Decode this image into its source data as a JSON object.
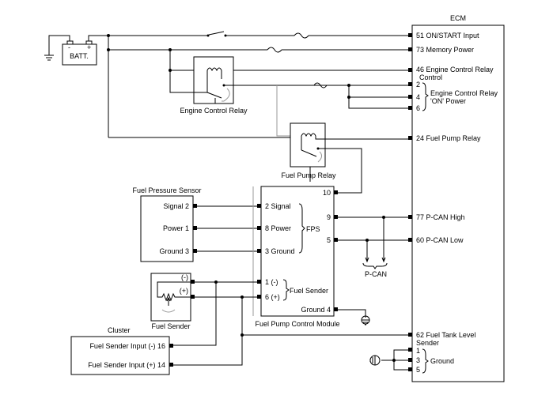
{
  "ecm": {
    "title": "ECM",
    "terminals": {
      "t51": "51 ON/START Input",
      "t73": "73 Memory Power",
      "t46a": "46 Engine Control Relay",
      "t46b": "Control",
      "t2": "2",
      "t4": "4",
      "t6": "6",
      "on_power_a": "Engine Control Relay",
      "on_power_b": "'ON' Power",
      "t24": "24 Fuel Pump Relay",
      "t77": "77 P-CAN High",
      "t60": "60 P-CAN Low",
      "t62a": "62 Fuel Tank Level",
      "t62b": "Sender",
      "t1": "1",
      "t3": "3",
      "t5": "5",
      "ground": "Ground"
    }
  },
  "battery": {
    "label": "BATT.",
    "neg": "-",
    "pos": "+"
  },
  "engine_relay": {
    "label": "Engine Control Relay"
  },
  "fuel_pump_relay": {
    "label": "Fuel Pump Relay"
  },
  "fuel_pressure_sensor": {
    "title": "Fuel Pressure Sensor",
    "pins": {
      "signal": "Signal 2",
      "power": "Power 1",
      "ground": "Ground 3"
    }
  },
  "fpcm": {
    "label": "Fuel Pump Control Module",
    "pins": {
      "signal": "2 Signal",
      "power": "8 Power",
      "ground3": "3 Ground",
      "fps": "FPS",
      "sender_neg": "1 (-)",
      "sender_pos": "6 (+)",
      "fuel_sender": "Fuel Sender",
      "ground4": "Ground 4",
      "p10": "10",
      "p9": "9",
      "p5": "5"
    }
  },
  "fuel_sender": {
    "label": "Fuel Sender",
    "neg": "(-)",
    "pos": "(+)"
  },
  "cluster": {
    "title": "Cluster",
    "pins": {
      "neg": "Fuel Sender Input (-) 16",
      "pos": "Fuel Sender Input (+) 14"
    }
  },
  "pcan": {
    "label": "P-CAN"
  }
}
